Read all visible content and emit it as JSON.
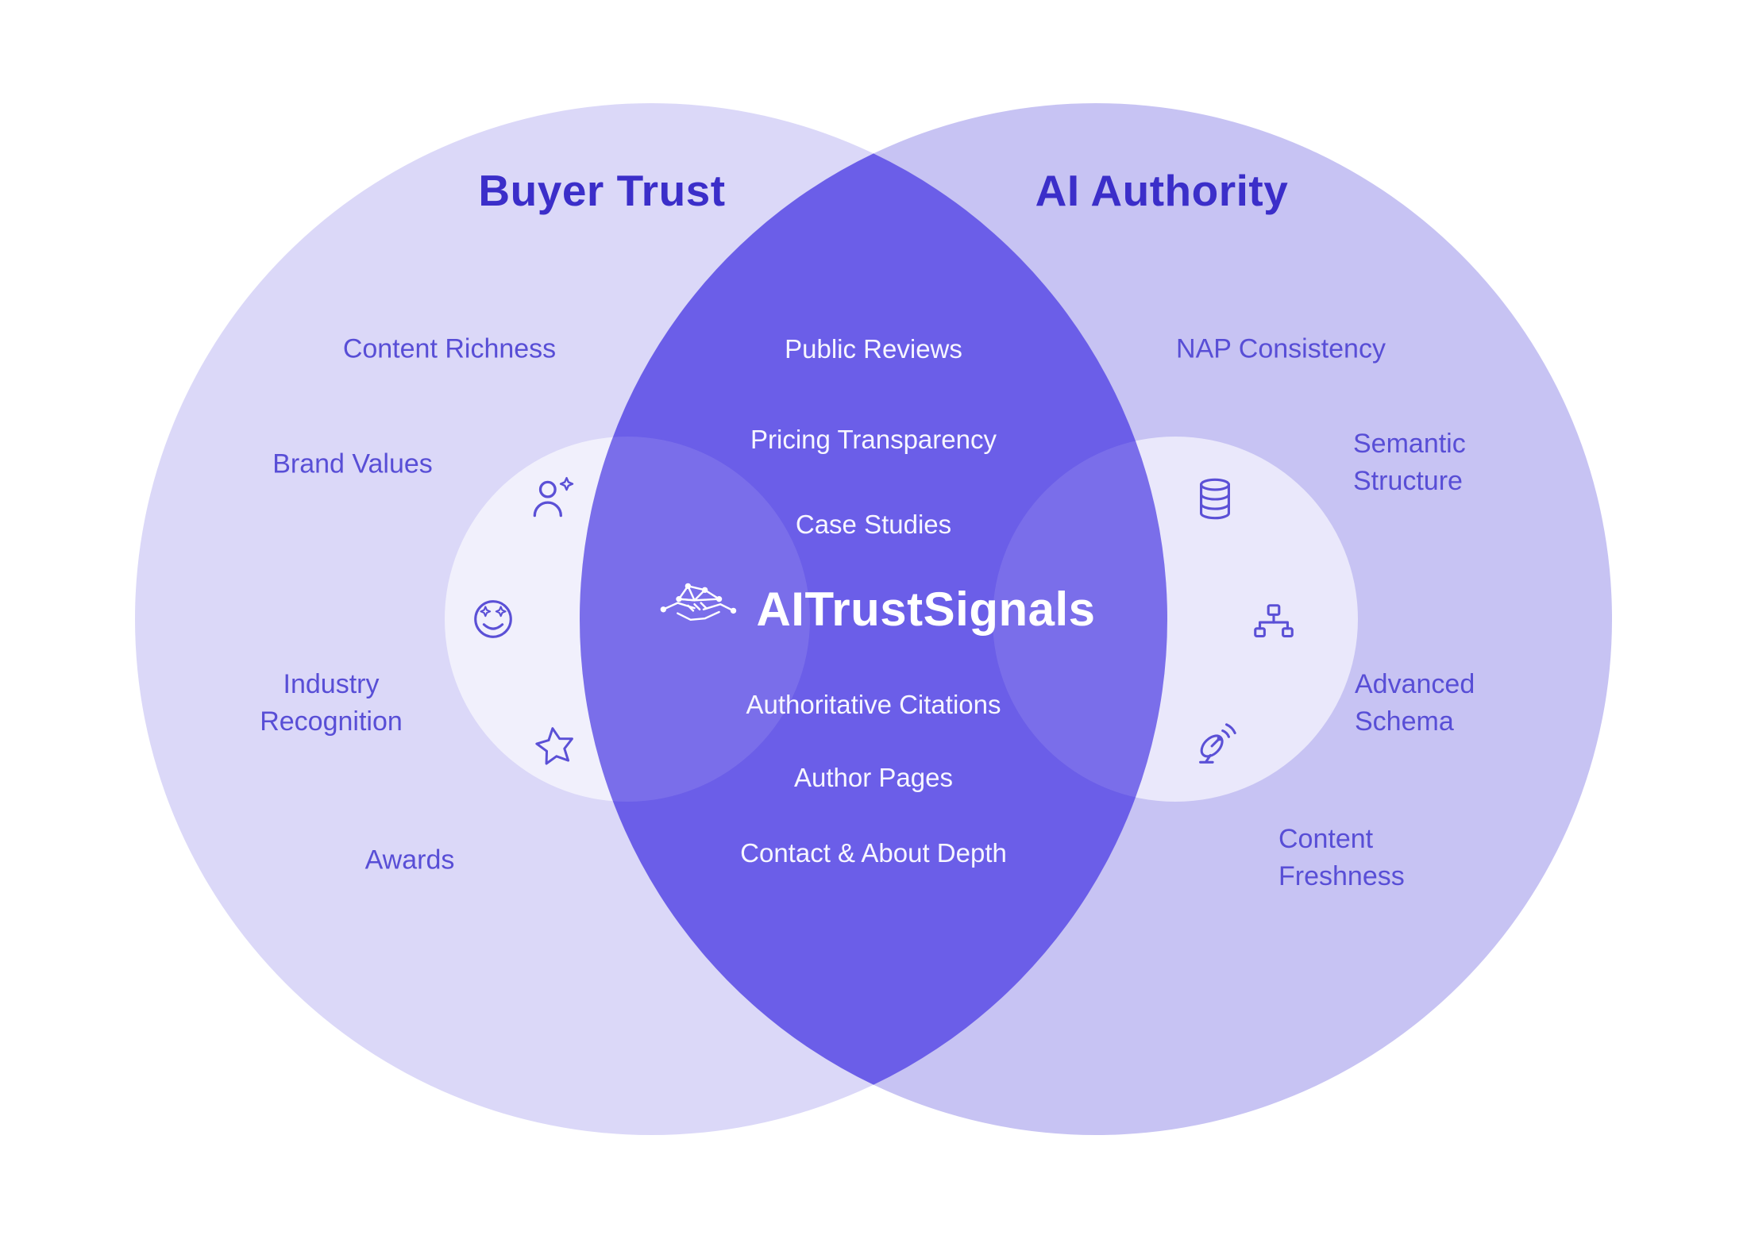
{
  "colors": {
    "left_circle": "#DBD8F8",
    "right_circle": "#C7C3F3",
    "overlap": "#6B5EE8",
    "title_text": "#3B2EC9",
    "item_text": "#584ED6",
    "overlap_text": "#F7F6FF"
  },
  "left": {
    "title": "Buyer Trust",
    "items": [
      "Content Richness",
      "Brand Values",
      "Industry\nRecognition",
      "Awards"
    ],
    "icons": [
      "person-star-icon",
      "smiley-star-eyes-icon",
      "star-icon"
    ]
  },
  "right": {
    "title": "AI Authority",
    "items": [
      "NAP Consistency",
      "Semantic\nStructure",
      "Advanced\nSchema",
      "Content\nFreshness"
    ],
    "icons": [
      "database-icon",
      "sitemap-icon",
      "satellite-dish-icon"
    ]
  },
  "overlap": {
    "brand": "AITrustSignals",
    "brand_icon": "handshake-network-icon",
    "items_above": [
      "Public Reviews",
      "Pricing Transparency",
      "Case Studies"
    ],
    "items_below": [
      "Authoritative Citations",
      "Author Pages",
      "Contact & About Depth"
    ]
  }
}
